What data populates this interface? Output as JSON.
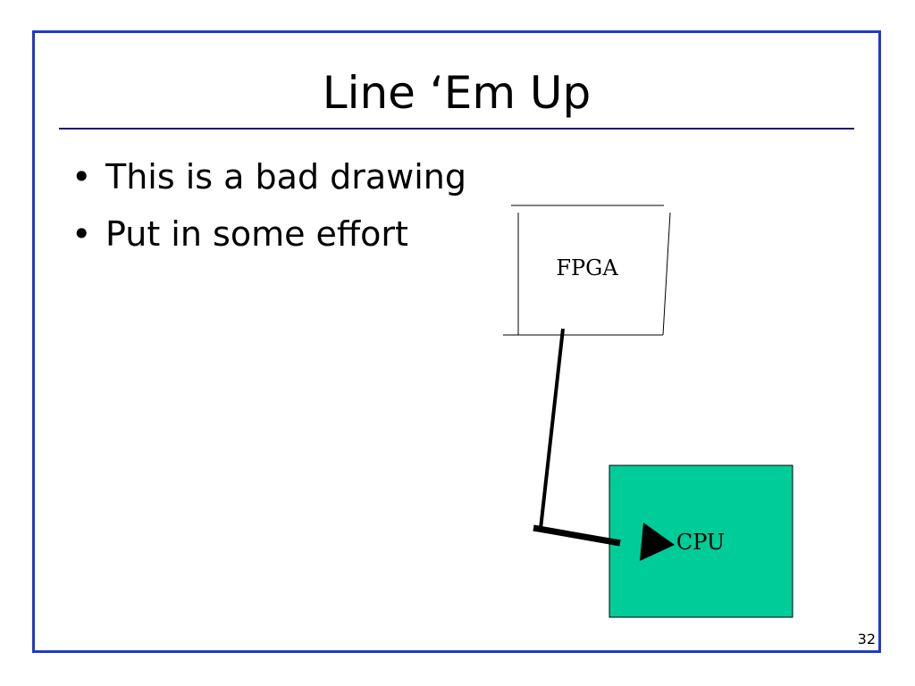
{
  "slide": {
    "title": "Line ‘Em Up",
    "bullets": [
      "This is a bad drawing",
      "Put in some effort"
    ],
    "bullet_glyph": "•",
    "slide_number": "32"
  },
  "diagram": {
    "nodes": [
      {
        "id": "fpga",
        "label": "FPGA",
        "fill": "#ffffff"
      },
      {
        "id": "cpu",
        "label": "CPU",
        "fill": "#00cc99"
      }
    ],
    "edges": [
      {
        "from": "fpga",
        "to": "cpu",
        "arrow": "triangle"
      }
    ]
  },
  "colors": {
    "frame_border": "#1f3bc4",
    "title_rule": "#0d1a7a",
    "cpu_fill": "#00cc99"
  }
}
